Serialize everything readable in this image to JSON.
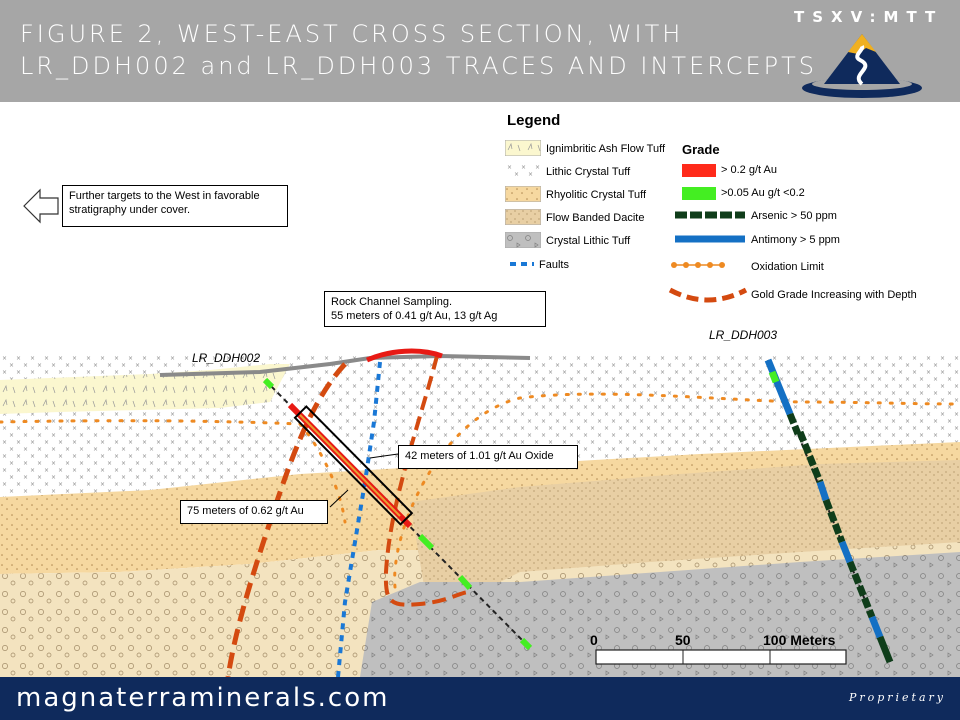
{
  "header": {
    "title_line1": "FIGURE 2, WEST-EAST CROSS SECTION, WITH",
    "title_line2": "LR_DDH002 and LR_DDH003 TRACES AND INTERCEPTS",
    "ticker": "TSXV:MTT"
  },
  "legend": {
    "title": "Legend",
    "units": [
      {
        "label": "Ignimbritic Ash Flow Tuff",
        "color": "#fbf7cf"
      },
      {
        "label": "Lithic Crystal Tuff",
        "color": "#ffffff"
      },
      {
        "label": "Rhyolitic Crystal Tuff",
        "color": "#f6d8a0"
      },
      {
        "label": "Flow Banded Dacite",
        "color": "#e8cfa4"
      },
      {
        "label": "Crystal Lithic Tuff",
        "color": "#bfbfbf"
      }
    ],
    "faults_label": "Faults",
    "grade_title": "Grade",
    "grade_high": "> 0.2 g/t Au",
    "grade_low": ">0.05 Au g/t <0.2",
    "arsenic": "Arsenic > 50 ppm",
    "antimony": "Antimony > 5 ppm",
    "oxidation": "Oxidation Limit",
    "gold_depth": "Gold Grade Increasing with Depth"
  },
  "colors": {
    "high_grade": "#ff2a1a",
    "low_grade": "#44ee22",
    "arsenic": "#0f3d1a",
    "antimony": "#1470c4",
    "oxidation": "#ee8a22",
    "gold_depth": "#d44a10",
    "fault": "#1a78d6"
  },
  "callouts": {
    "west_targets": "Further targets to the West in favorable stratigraphy under cover.",
    "channel_line1": "Rock Channel Sampling.",
    "channel_line2": "55 meters of 0.41 g/t Au,  13 g/t Ag",
    "oxide": "42 meters of 1.01 g/t Au Oxide",
    "au75": "75 meters of 0.62 g/t Au"
  },
  "holes": {
    "ddh002": "LR_DDH002",
    "ddh003": "LR_DDH003"
  },
  "scale": {
    "zero": "0",
    "mid": "50",
    "end": "100 Meters"
  },
  "footer": {
    "url": "magnaterraminerals.com",
    "proprietary": "Proprietary"
  }
}
